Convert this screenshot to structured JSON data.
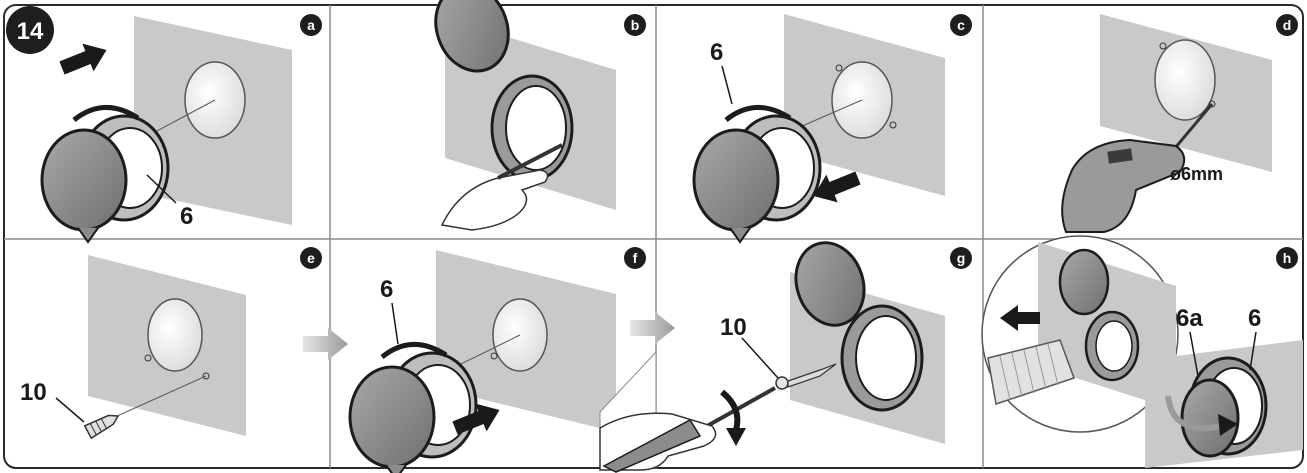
{
  "figure": {
    "number": "14",
    "panels": [
      {
        "letter": "a",
        "labels": [
          "6"
        ]
      },
      {
        "letter": "b",
        "labels": []
      },
      {
        "letter": "c",
        "labels": [
          "6"
        ]
      },
      {
        "letter": "d",
        "labels": [
          "ø6mm"
        ]
      },
      {
        "letter": "e",
        "labels": [
          "10"
        ]
      },
      {
        "letter": "f",
        "labels": [
          "6"
        ]
      },
      {
        "letter": "g",
        "labels": [
          "10"
        ]
      },
      {
        "letter": "h",
        "labels": [
          "6a",
          "6"
        ]
      }
    ]
  },
  "colors": {
    "wall": "#c9c9c9",
    "frame": "#2a2a2a",
    "divider": "#8a8a8a",
    "cap": "#8c8c8c",
    "arrow_dark": "#1a1a1a",
    "arrow_light": "#b5b5b5"
  }
}
